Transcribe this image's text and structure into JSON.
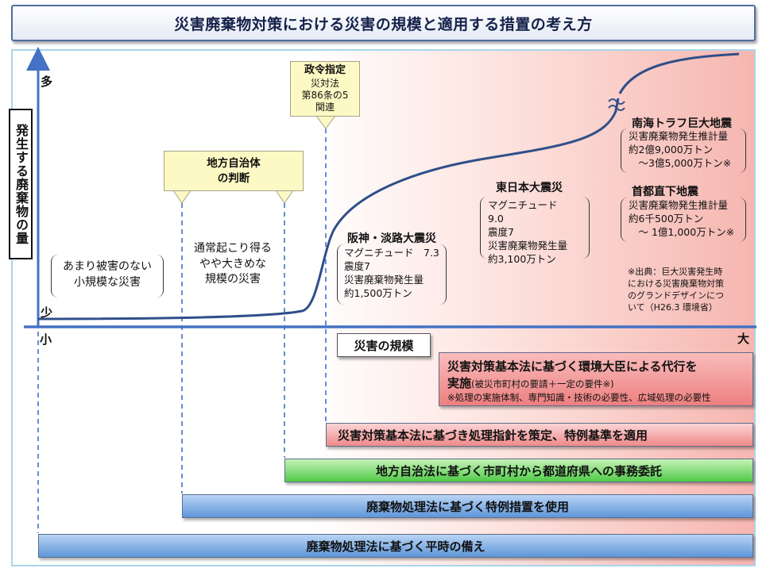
{
  "title": "災害廃棄物対策における災害の規模と適用する措置の考え方",
  "axes": {
    "y_label": "発生する廃棄物の量",
    "y_high": "多",
    "y_low": "少",
    "x_low": "小",
    "x_high": "大",
    "x_label": "災害の規模"
  },
  "callouts": {
    "local_gov": [
      "地方自治体",
      "の判断"
    ],
    "cabinet_order": [
      "政令指定",
      "災対法",
      "第86条の5",
      "関連"
    ]
  },
  "disasters": {
    "small": [
      "あまり被害のない",
      "小規模な災害"
    ],
    "medium": [
      "通常起こり得る",
      "やや大きめな",
      "規模の災害"
    ],
    "hanshin": {
      "name": "阪神・淡路大震災",
      "lines": [
        "マグニチュード　7.3",
        "震度7",
        "災害廃棄物発生量",
        "約1,500万トン"
      ]
    },
    "east_japan": {
      "name": "東日本大震災",
      "lines": [
        "マグニチュード　9.0",
        "震度7",
        "災害廃棄物発生量",
        "約3,100万トン"
      ]
    },
    "nankai": {
      "name": "南海トラフ巨大地震",
      "lines": [
        "災害廃棄物発生推計量",
        "約2億9,000万トン",
        "　～3億5,000万トン※"
      ]
    },
    "shuto": {
      "name": "首都直下地震",
      "lines": [
        "災害廃棄物発生推計量",
        "約6千500万トン",
        "　～ 1億1,000万トン※"
      ]
    }
  },
  "source_note": [
    "※出典：巨大災害発生時",
    "における災害廃棄物対策",
    "のグランドデザインにつ",
    "いて（H26.3 環境省）"
  ],
  "measures": {
    "minister_title_a": "災害対策基本法に基づく環境大臣による代行を",
    "minister_title_b": "実施",
    "minister_cond": "(被災市町村の要請＋一定の要件※)",
    "minister_note": "※処理の実施体制、専門知識・技術の必要性、広域処理の必要性",
    "guideline": "災害対策基本法に基づき処理指針を策定、特例基準を適用",
    "delegation": "地方自治法に基づく市町村から都道府県への事務委託",
    "special": "廃棄物処理法に基づく特例措置を使用",
    "normal": "廃棄物処理法に基づく平時の備え"
  },
  "colors": {
    "axis": "#4472c4",
    "curve": "#2f4f8a",
    "dash": "#4472c4"
  }
}
